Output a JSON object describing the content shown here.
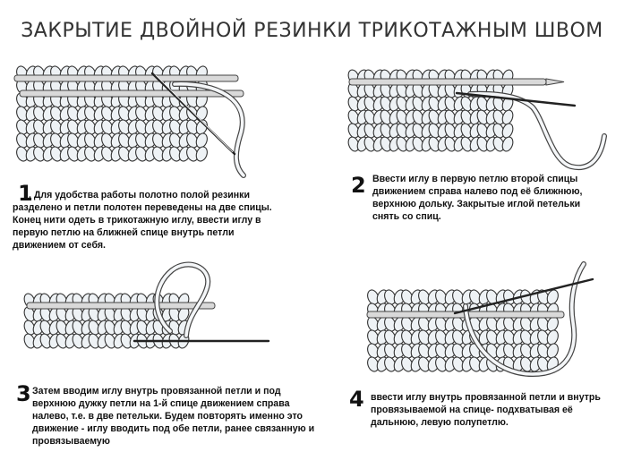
{
  "title": "ЗАКРЫТИЕ ДВОЙНОЙ РЕЗИНКИ ТРИКОТАЖНЫМ ШВОМ",
  "steps": [
    {
      "number": "1",
      "lines": [
        ". Для удобства работы полотно полой резинки",
        "разделено и петли полотен переведены на две спицы.",
        "   Конец нити одеть в трикотажную иглу, ввести иглу в",
        "первую петлю на ближней спице внутрь петли",
        "движением от себя."
      ]
    },
    {
      "number": "2",
      "lines": [
        "Ввести иглу в первую петлю второй спицы",
        "движением справа налево под её ближнюю,",
        "верхнюю дольку. Закрытые иглой петельки",
        "снять со спиц."
      ]
    },
    {
      "number": "3",
      "lines": [
        "  Затем  вводим иглу внутрь провязанной петли и под",
        "верхнюю дужку петли на 1-й спице движением справа",
        "налево, т.е. в две петельки.  Будем повторять именно это",
        "движение - иглу вводить под обе петли, ранее связанную и",
        "провязываемую"
      ]
    },
    {
      "number": "4",
      "lines": [
        "ввести иглу внутрь провязанной петли и внутрь",
        "провязываемой на спице-  подхватывая её",
        "дальнюю, левую полупетлю."
      ]
    }
  ]
}
